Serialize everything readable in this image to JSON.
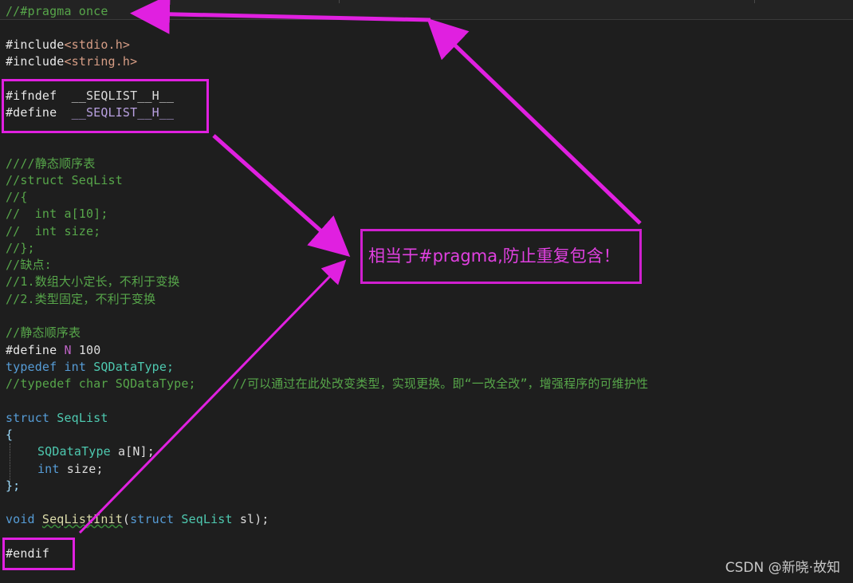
{
  "code": {
    "l1": "//#pragma once",
    "inc1": {
      "kw": "#include",
      "file": "<stdio.h>"
    },
    "inc2": {
      "kw": "#include",
      "file": "<string.h>"
    },
    "ifndef": {
      "kw": "#ifndef",
      "name": "__SEQLIST__H__"
    },
    "define_guard": {
      "kw": "#define",
      "name": "__SEQLIST__H__"
    },
    "c1": "////静态顺序表",
    "c2": "//struct SeqList",
    "c3": "//{",
    "c4": "//  int a[10];",
    "c5": "//  int size;",
    "c6": "//};",
    "c7": "//缺点:",
    "c8": "//1.数组大小定长，不利于变换",
    "c9": "//2.类型固定，不利于变换",
    "c10": "//静态顺序表",
    "define_n": {
      "kw": "#define",
      "name": "N",
      "value": "100"
    },
    "typedef": {
      "kw": "typedef",
      "type": "int",
      "name": "SQDataType;"
    },
    "typedef_cmt": "//typedef char SQDataType;     //可以通过在此处改变类型，实现更换。即“一改全改”，增强程序的可维护性",
    "struct_decl": {
      "kw": "struct",
      "name": "SeqList"
    },
    "brace_open": "{",
    "member1": {
      "type": "SQDataType",
      "rest": "a[N];"
    },
    "member2": {
      "type": "int",
      "rest": "size;"
    },
    "brace_close": "};",
    "func": {
      "ret": "void",
      "name": "SeqListInit",
      "paren": "(",
      "kw": "struct",
      "type": "SeqList",
      "rest": "sl);"
    },
    "endif": "#endif"
  },
  "callout_text": "相当于#pragma,防止重复包含！",
  "watermark": "CSDN @新晓·故知",
  "colors": {
    "annotation": "#e020e0",
    "comment": "#57a64a",
    "keyword": "#569cd6",
    "type": "#4ec9b0",
    "background": "#1e1e1e"
  }
}
